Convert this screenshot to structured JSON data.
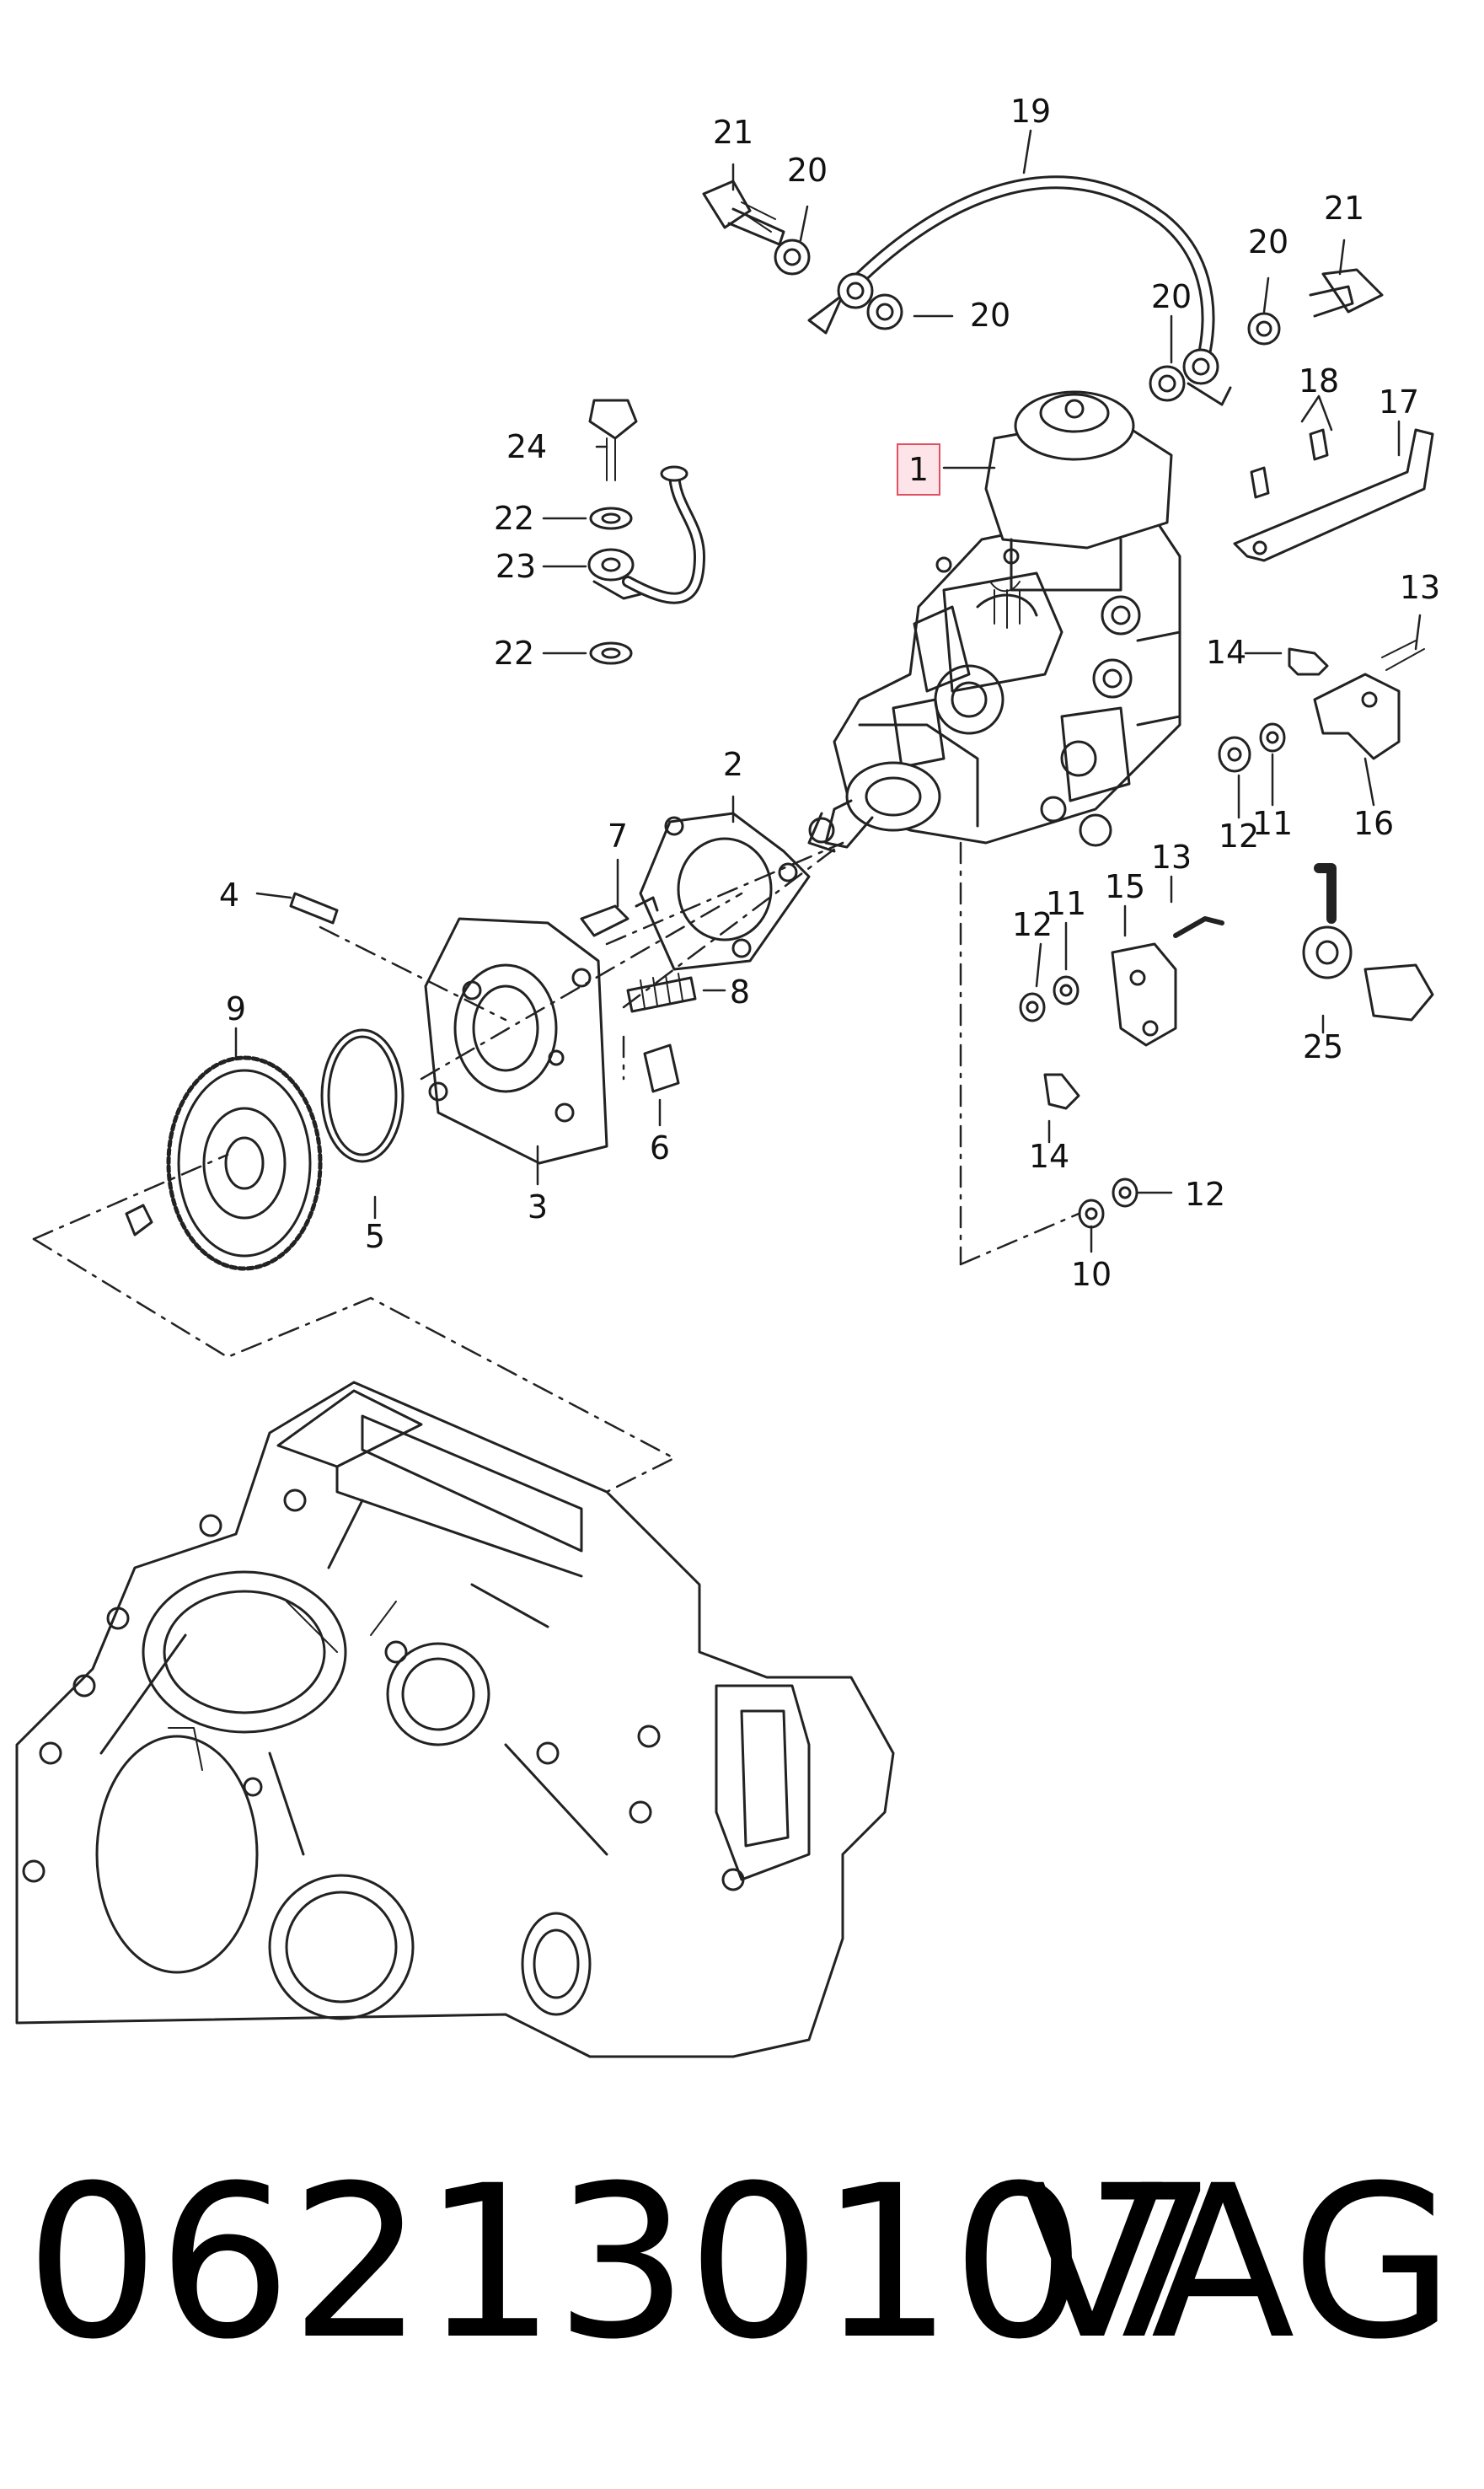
{
  "diagram": {
    "callouts": [
      {
        "id": "c1",
        "label": "1",
        "highlighted": true
      },
      {
        "id": "c2",
        "label": "2"
      },
      {
        "id": "c3",
        "label": "3"
      },
      {
        "id": "c4",
        "label": "4"
      },
      {
        "id": "c5",
        "label": "5"
      },
      {
        "id": "c6",
        "label": "6"
      },
      {
        "id": "c7",
        "label": "7"
      },
      {
        "id": "c8",
        "label": "8"
      },
      {
        "id": "c9",
        "label": "9"
      },
      {
        "id": "c10",
        "label": "10"
      },
      {
        "id": "c11a",
        "label": "11"
      },
      {
        "id": "c11b",
        "label": "11"
      },
      {
        "id": "c12a",
        "label": "12"
      },
      {
        "id": "c12b",
        "label": "12"
      },
      {
        "id": "c12c",
        "label": "12"
      },
      {
        "id": "c13a",
        "label": "13"
      },
      {
        "id": "c13b",
        "label": "13"
      },
      {
        "id": "c14a",
        "label": "14"
      },
      {
        "id": "c14b",
        "label": "14"
      },
      {
        "id": "c15",
        "label": "15"
      },
      {
        "id": "c16",
        "label": "16"
      },
      {
        "id": "c17",
        "label": "17"
      },
      {
        "id": "c18",
        "label": "18"
      },
      {
        "id": "c19",
        "label": "19"
      },
      {
        "id": "c20a",
        "label": "20"
      },
      {
        "id": "c20b",
        "label": "20"
      },
      {
        "id": "c20c",
        "label": "20"
      },
      {
        "id": "c20d",
        "label": "20"
      },
      {
        "id": "c21a",
        "label": "21"
      },
      {
        "id": "c21b",
        "label": "21"
      },
      {
        "id": "c22a",
        "label": "22"
      },
      {
        "id": "c22b",
        "label": "22"
      },
      {
        "id": "c23",
        "label": "23"
      },
      {
        "id": "c24",
        "label": "24"
      },
      {
        "id": "c25",
        "label": "25"
      }
    ],
    "highlight_color": "#e05060",
    "highlight_fill": "#fde4e8"
  },
  "footer": {
    "part_number": "062130107",
    "brand": "VAG"
  }
}
